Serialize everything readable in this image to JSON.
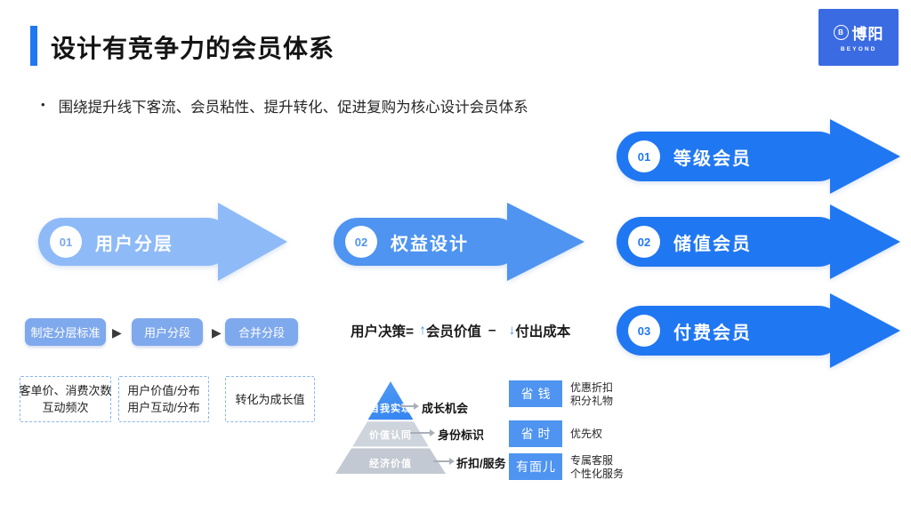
{
  "header": {
    "title": "设计有竞争力的会员体系",
    "bullet_glyph": "•",
    "bullet": "围绕提升线下客流、会员粘性、提升转化、促进复购为核心设计会员体系"
  },
  "logo": {
    "mark": "B",
    "brand": "博阳",
    "brand_en": "BEYOND"
  },
  "flow": {
    "step1": {
      "num": "01",
      "label": "用户分层"
    },
    "step2": {
      "num": "02",
      "label": "权益设计"
    },
    "members": [
      {
        "num": "01",
        "label": "等级会员"
      },
      {
        "num": "02",
        "label": "储值会员"
      },
      {
        "num": "03",
        "label": "付费会员"
      }
    ]
  },
  "segmentation": {
    "steps": [
      "制定分层标准",
      "用户分段",
      "合并分段"
    ],
    "arrow_glyph": "▶",
    "boxes": [
      [
        "客单价、消费次数",
        "互动频次"
      ],
      [
        "用户价值/分布",
        "用户互动/分布"
      ],
      [
        "转化为成长值"
      ]
    ]
  },
  "formula": {
    "lhs": "用户决策=",
    "up": "↑",
    "value": "会员价值",
    "minus": "–",
    "down": "↓",
    "cost": "付出成本"
  },
  "pyramid": {
    "levels": [
      {
        "label": "自我实现",
        "benefit": "成长机会"
      },
      {
        "label": "价值认同",
        "benefit": "身份标识"
      },
      {
        "label": "经济价值",
        "benefit": "折扣/服务"
      }
    ]
  },
  "benefits": [
    {
      "badge": "省钱",
      "lines": [
        "优惠折扣",
        "积分礼物"
      ]
    },
    {
      "badge": "省时",
      "lines": [
        "优先权"
      ]
    },
    {
      "badge": "有面儿",
      "lines": [
        "专属客服",
        "个性化服务"
      ]
    }
  ],
  "colors": {
    "accent_bright": "#2077F2",
    "accent_mid": "#4E94F0",
    "accent_light": "#8EBAF7",
    "pill_blue": "#7FA9ED",
    "logo_blue": "#3B6BE3",
    "pyramid_gray_mid": "#CED4DC",
    "pyramid_gray_bottom": "#C3C9D2",
    "connector_gray": "#A9AFB8"
  }
}
